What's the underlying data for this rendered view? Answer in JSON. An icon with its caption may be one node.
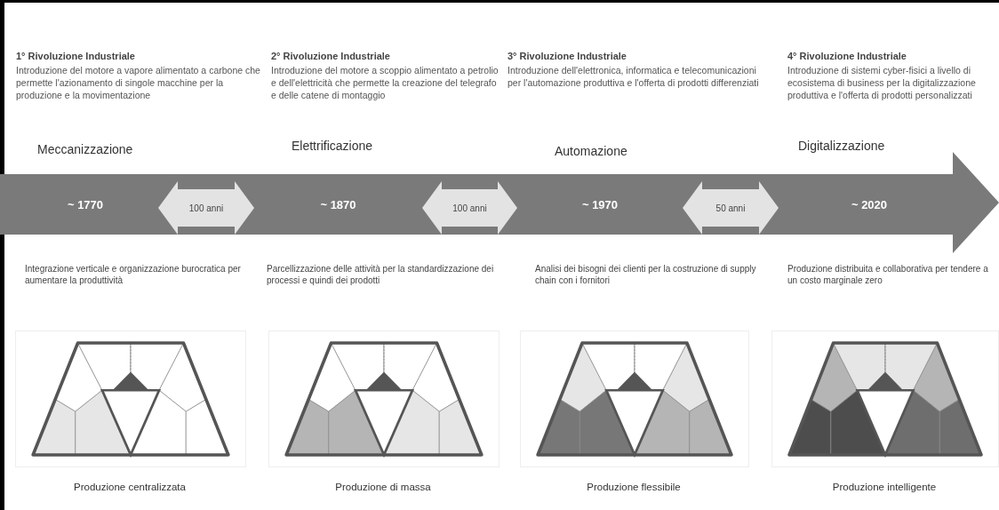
{
  "diagram": {
    "nodes": [
      {
        "text": [],
        "shape": "arrow"
      },
      {
        "text": [
          "~ 1770"
        ],
        "in": 0
      },
      {
        "text": [
          "~ 1870"
        ],
        "in": 0
      },
      {
        "text": [
          "~ 1970"
        ],
        "in": 0
      },
      {
        "text": [
          "~ 2020"
        ],
        "in": 0
      }
    ],
    "edges": [
      {
        "from": 1,
        "to": 2,
        "arrow": "both",
        "label": "100 anni",
        "style": "thick",
        "color": "#e3e3e3"
      },
      {
        "from": 2,
        "to": 3,
        "arrow": "both",
        "label": "100 anni",
        "style": "thick",
        "color": "#e3e3e3"
      },
      {
        "from": 3,
        "to": 4,
        "arrow": "both",
        "label": "50 anni",
        "style": "thick",
        "color": "#e3e3e3"
      }
    ],
    "labels": [
      "1° Rivoluzione Industriale",
      "Introduzione del motore a vapore alimentato a carbone che permette l'azionamento di singole macchine per la produzione e la movimentazione",
      "2° Rivoluzione Industriale",
      "Introduzione del motore a scoppio alimentato a petrolio e dell'elettricità che permette la creazione del telegrafo e delle catene di montaggio",
      "3° Rivoluzione Industriale",
      "Introduzione dell'elettronica, informatica e telecomunicazioni per l'automazione produttiva e l'offerta di prodotti differenziati",
      "4° Rivoluzione Industriale",
      "Introduzione di sistemi cyber-fisici a livello di ecosistema di business per la digitalizzazione produttiva e l'offerta di prodotti personalizzati",
      "Meccanizzazione",
      "Elettrificazione",
      "Automazione",
      "Digitalizzazione",
      "Integrazione verticale e organizzazione burocratica per aumentare la produttività",
      "Parcellizzazione delle attività per la standardizzazione dei processi e quindi dei prodotti",
      "Analisi dei bisogni dei clienti per la costruzione di supply chain con i fornitori",
      "Produzione distribuita e collaborativa per tendere a un costo marginale zero",
      "Produzione centralizzata",
      "Produzione di massa",
      "Produzione flessibile",
      "Produzione intelligente"
    ]
  }
}
